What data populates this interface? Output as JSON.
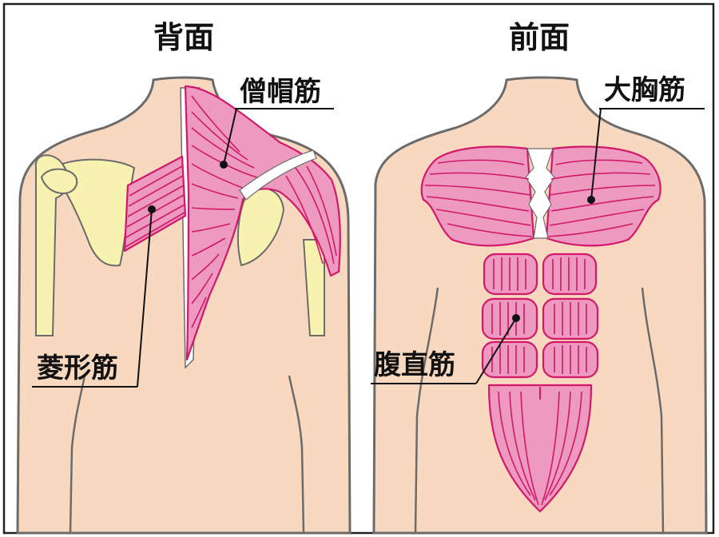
{
  "panels": {
    "back": {
      "title": "背面",
      "labels": {
        "trapezius": "僧帽筋",
        "rhomboid": "菱形筋"
      }
    },
    "front": {
      "title": "前面",
      "labels": {
        "pectoralis_major": "大胸筋",
        "rectus_abdominis": "腹直筋"
      }
    }
  },
  "colors": {
    "skin": "#f8d9c0",
    "outline": "#6b6b6b",
    "muscle_fill": "#ee99c0",
    "muscle_line": "#d1186b",
    "bone": "#f8f2b0",
    "border": "#222222"
  }
}
